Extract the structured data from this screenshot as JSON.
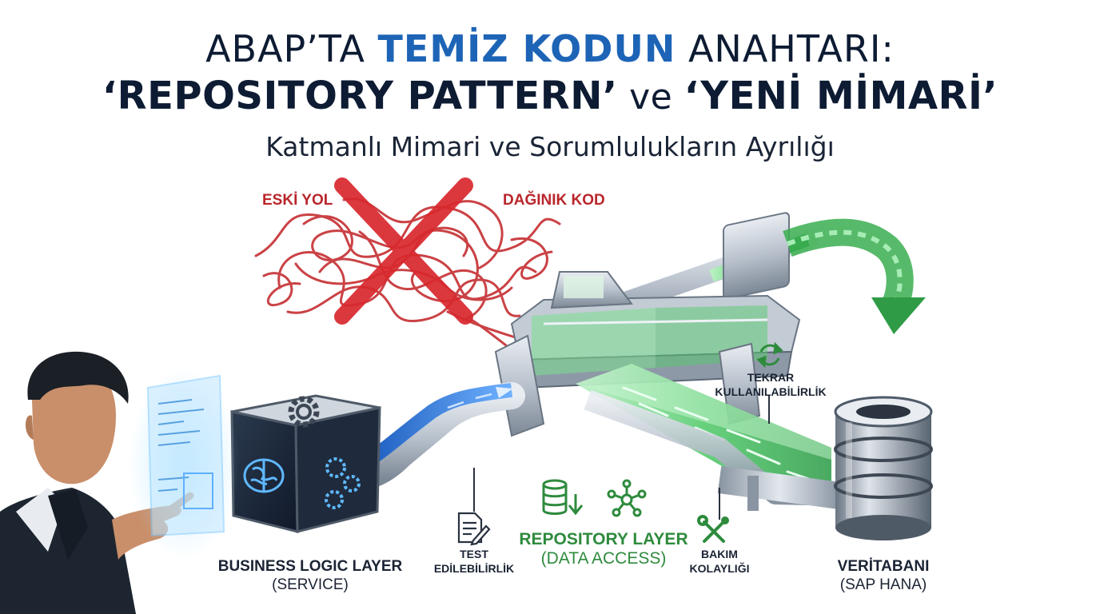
{
  "title": {
    "line1_pre": "ABAP’TA ",
    "line1_highlight": "TEMİZ KODUN",
    "line1_post": " ANAHTARI:",
    "line2_part1": "‘REPOSITORY PATTERN’",
    "line2_mid": " ve ",
    "line2_part2": "‘YENİ MİMARİ’",
    "subtitle": "Katmanlı Mimari ve Sorumlulukların Ayrılığı"
  },
  "old_way": {
    "label_left": "ESKİ YOL",
    "label_right": "DAĞINIK KOD"
  },
  "labels": {
    "business_logic_line1": "BUSINESS LOGIC LAYER",
    "business_logic_line2": "(SERVICE)",
    "test_line1": "TEST",
    "test_line2": "EDİLEBİLİRLİK",
    "repository_line1": "REPOSITORY LAYER",
    "repository_line2": "(DATA ACCESS)",
    "maintenance_line1": "BAKIM",
    "maintenance_line2": "KOLAYLIĞI",
    "reuse_line1": "TEKRAR",
    "reuse_line2": "KULLANILABİLİRLİK",
    "database_line1": "VERİTABANI",
    "database_line2": "(SAP HANA)"
  },
  "icons": {
    "business": [
      "gear-icon",
      "brain-icon",
      "gears-icon"
    ],
    "test": "document-pencil-icon",
    "repository": [
      "database-download-icon",
      "network-nodes-icon"
    ],
    "maintenance": "wrench-screwdriver-icon",
    "reuse": "refresh-cycle-icon"
  },
  "colors": {
    "title_dark": "#0d1b33",
    "title_highlight": "#1d64b6",
    "old_way_red": "#b9262b",
    "pipe_blue": "#2f7fe0",
    "pipe_green": "#3fbf5a",
    "pipe_steel": "#aab4c0"
  }
}
